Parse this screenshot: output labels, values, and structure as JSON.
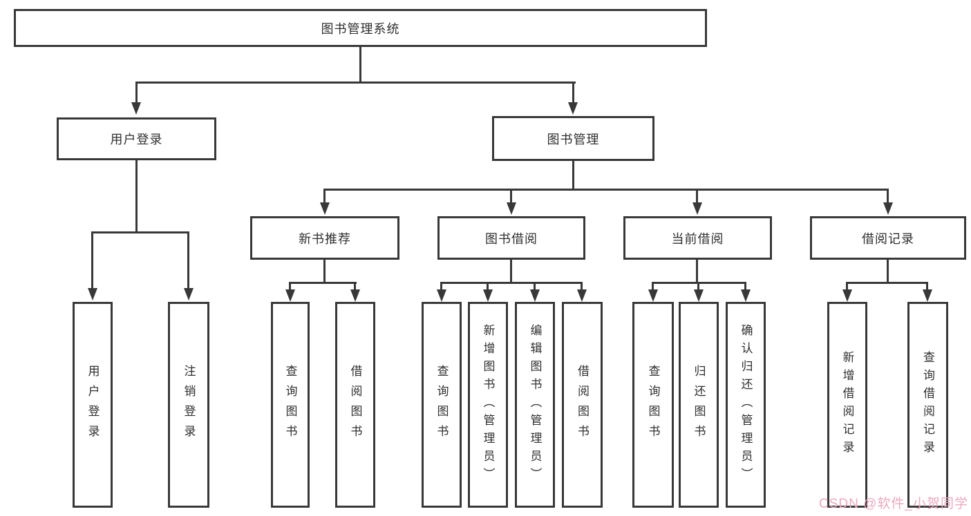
{
  "title": "图书管理系统",
  "tree": {
    "root": "图书管理系统",
    "level2": {
      "user_login": "用户登录",
      "book_mgmt": "图书管理"
    },
    "level3": {
      "new_book_rec": "新书推荐",
      "book_borrow": "图书借阅",
      "current_borrow": "当前借阅",
      "borrow_records": "借阅记录"
    },
    "leaves": {
      "login": "用户登录",
      "logout": "注销登录",
      "rec_query_book": "查询图书",
      "rec_borrow_book": "借阅图书",
      "bb_query_book": "查询图书",
      "bb_add_book": "新增图书（管理员）",
      "bb_edit_book": "编辑图书（管理员）",
      "bb_borrow_book": "借阅图书",
      "cb_query_book": "查询图书",
      "cb_return_book": "归还图书",
      "cb_confirm_return": "确认归还（管理员）",
      "br_add_record": "新增借阅记录",
      "br_query_record": "查询借阅记录"
    }
  },
  "watermark": "CSDN @软件_小贺同学",
  "colors": {
    "line": "#383838",
    "text": "#2f2f2f",
    "background": "#ffffff",
    "watermark": "#eba9bd"
  }
}
